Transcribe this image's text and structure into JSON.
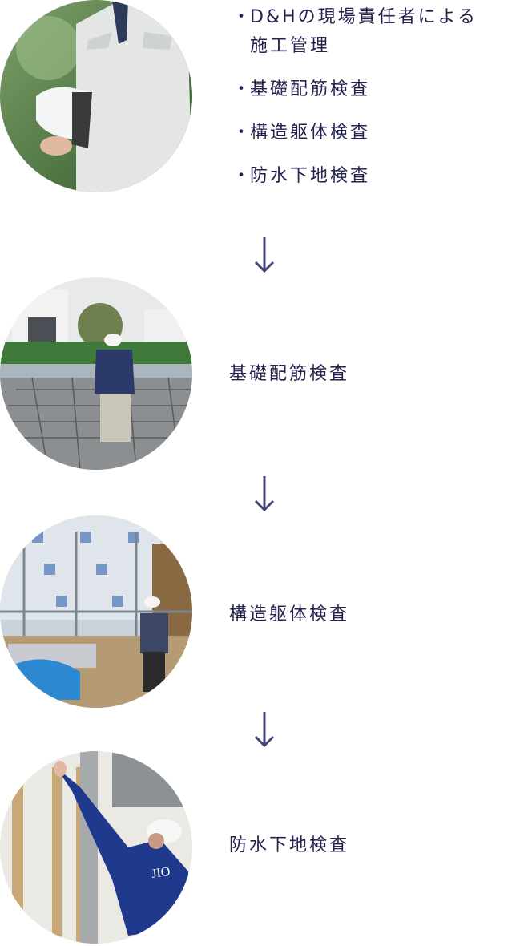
{
  "colors": {
    "text": "#24234f",
    "arrow": "#45457a",
    "background": "#ffffff"
  },
  "intro": {
    "photo_alt": "Site manager in white work jacket holding a hard hat",
    "items": [
      {
        "bullet": "・",
        "line1": "D&Hの現場責任者による",
        "line2": "施工管理"
      },
      {
        "bullet": "・",
        "line1": "基礎配筋検査"
      },
      {
        "bullet": "・",
        "line1": "構造躯体検査"
      },
      {
        "bullet": "・",
        "line1": "防水下地検査"
      }
    ]
  },
  "steps": [
    {
      "label": "基礎配筋検査",
      "photo_alt": "JIO inspector standing on foundation rebar grid"
    },
    {
      "label": "構造躯体検査",
      "photo_alt": "JIO inspector at scaffolding of wood frame structure"
    },
    {
      "label": "防水下地検査",
      "photo_alt": "JIO inspector checking waterproof sheathing on wall"
    }
  ],
  "arrow_icon": "arrow-down-icon"
}
